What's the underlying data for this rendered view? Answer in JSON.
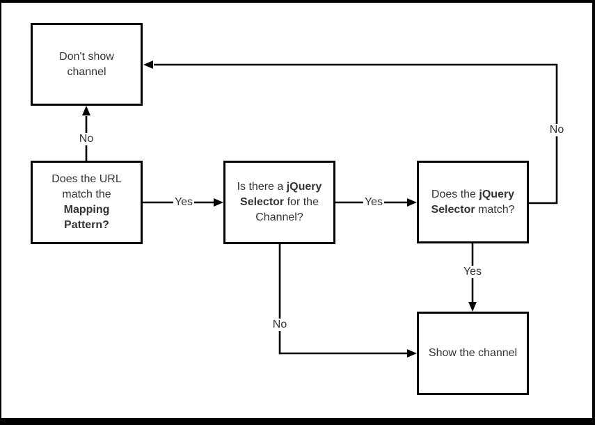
{
  "colors": {
    "canvas_background": "#ffffff",
    "frame": "#000000",
    "node_border": "#000000",
    "node_background": "#ffffff",
    "line": "#000000",
    "text": "#333333"
  },
  "flowchart": {
    "nodes": [
      {
        "id": "dont-show-channel",
        "parts": [
          {
            "t": "Don't show\nchannel",
            "b": false
          }
        ]
      },
      {
        "id": "url-match-mapping-pattern",
        "parts": [
          {
            "t": "Does the URL\nmatch the\n",
            "b": false
          },
          {
            "t": "Mapping\nPattern?",
            "b": true
          }
        ]
      },
      {
        "id": "jquery-selector-exists",
        "parts": [
          {
            "t": "Is there a ",
            "b": false
          },
          {
            "t": "jQuery\nSelector",
            "b": true
          },
          {
            "t": " for the\nChannel?",
            "b": false
          }
        ]
      },
      {
        "id": "jquery-selector-match",
        "parts": [
          {
            "t": "Does the ",
            "b": false
          },
          {
            "t": "jQuery\nSelector",
            "b": true
          },
          {
            "t": " match?",
            "b": false
          }
        ]
      },
      {
        "id": "show-channel",
        "parts": [
          {
            "t": "Show the channel",
            "b": false
          }
        ]
      }
    ],
    "edge_labels": [
      {
        "id": "url-no",
        "text": "No"
      },
      {
        "id": "url-yes",
        "text": "Yes"
      },
      {
        "id": "selector-exists-yes",
        "text": "Yes"
      },
      {
        "id": "selector-match-no",
        "text": "No"
      },
      {
        "id": "selector-match-yes",
        "text": "Yes"
      },
      {
        "id": "selector-exists-no",
        "text": "No"
      }
    ]
  }
}
